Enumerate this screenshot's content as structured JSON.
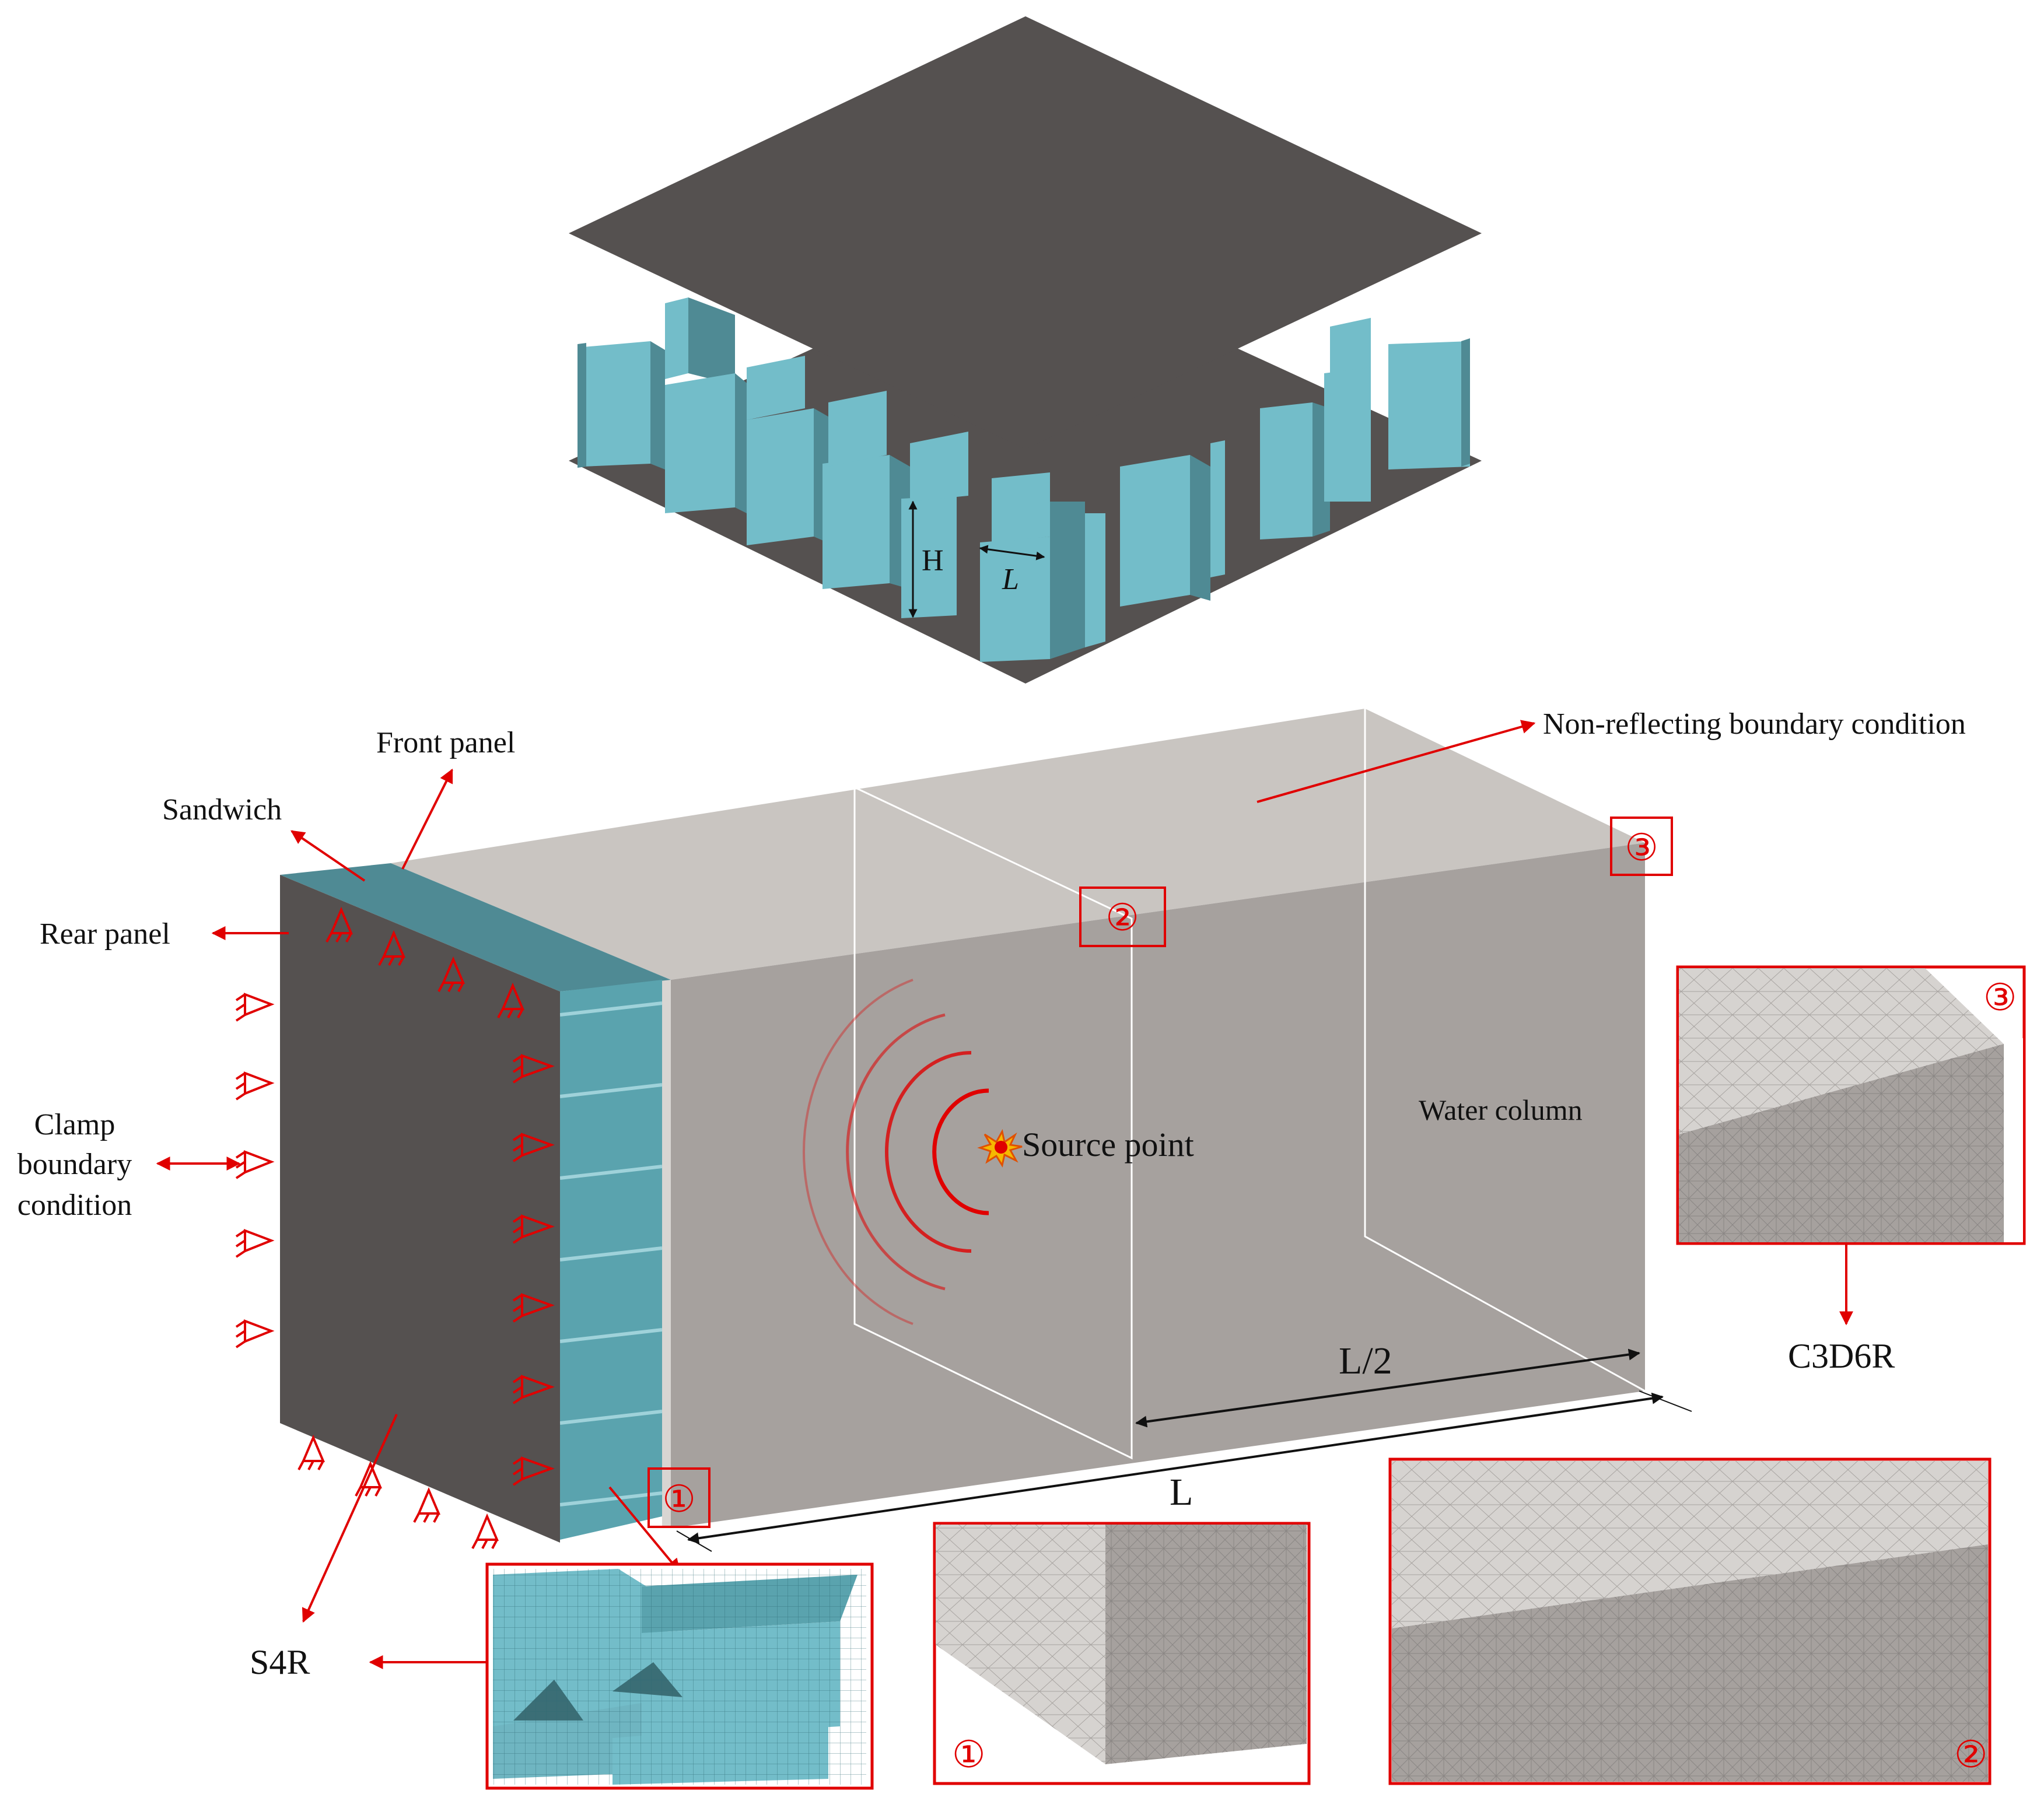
{
  "labels": {
    "H": "H",
    "L_cell": "L",
    "front_panel": "Front panel",
    "sandwich": "Sandwich",
    "rear_panel": "Rear panel",
    "clamp_1": "Clamp",
    "clamp_2": "boundary",
    "clamp_3": "condition",
    "non_reflecting": "Non-reflecting  boundary  condition",
    "source_point": "Source point",
    "water_column": "Water column",
    "half_length": "L/2",
    "full_length": "L",
    "c3d6r": "C3D6R",
    "s4r": "S4R"
  },
  "markers": {
    "one": "①",
    "two": "②",
    "three": "③"
  },
  "colors": {
    "panel_dark": "#555150",
    "honeycomb_cyan": "#73bdc9",
    "honeycomb_shadow": "#4f8a94",
    "water_top": "#c9c5c1",
    "water_side": "#a6a19e",
    "annotation_red": "#e00000"
  }
}
